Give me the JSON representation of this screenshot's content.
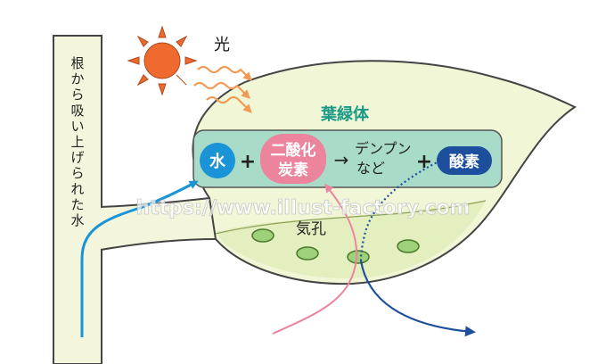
{
  "diagram": {
    "stem_label": "根から吸い上げられた水",
    "light_label": "光",
    "chloroplast_label": "葉緑体",
    "equation": {
      "water": "水",
      "plus1": "+",
      "co2_line1": "二酸化",
      "co2_line2": "炭素",
      "arrow": "→",
      "starch_line1": "デンプン",
      "starch_line2": "など",
      "plus2": "+",
      "oxygen": "酸素"
    },
    "stomata_label": "気孔",
    "watermark": "https://www.illust-factory.com"
  },
  "colors": {
    "stem_fill": "#f3f6dc",
    "leaf_fill": "#f0f6d6",
    "leaf_inner": "#e4efbf",
    "chloroplast_fill": "#a8dcc8",
    "chloroplast_label": "#1a9a86",
    "water_circle": "#1a94d6",
    "co2_circle": "#ec849e",
    "oxygen_circle": "#1d4f9c",
    "sun": "#ee6a2f",
    "stoma": "#9fd07a",
    "water_arrow": "#1a94d6",
    "co2_arrow": "#ec849e",
    "oxygen_arrow": "#1d4f9c"
  }
}
